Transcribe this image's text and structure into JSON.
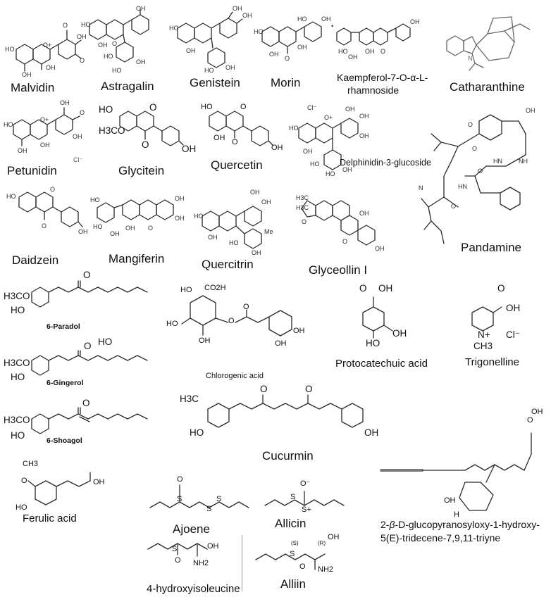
{
  "compounds": {
    "malvidin": "Malvidin",
    "astragalin": "Astragalin",
    "genistein": "Genistein",
    "morin": "Morin",
    "kaempferol": "Kaempferol-7-O-α-L-\nrhamnoside",
    "catharanthine": "Catharanthine",
    "petunidin": "Petunidin",
    "glycitein": "Glycitein",
    "quercetin": "Quercetin",
    "delphinidin": "Delphinidin-3-glucoside",
    "daidzein": "Daidzein",
    "mangiferin": "Mangiferin",
    "quercitrin": "Quercitrin",
    "glyceollin": "Glyceollin I",
    "pandamine": "Pandamine",
    "paradol": "6-Paradol",
    "gingerol": "6-Gingerol",
    "shoagol": "6-Shoagol",
    "chlorogenic": "Chlorogenic acid",
    "protocatechuic": "Protocatechuic acid",
    "trigonelline": "Trigonelline",
    "cucurmin": "Cucurmin",
    "ferulic": "Ferulic acid",
    "ajoene": "Ajoene",
    "allicin": "Allicin",
    "tridecene": "2-β-D-glucopyranosyloxy-1-hydroxy-\n5(E)-tridecene-7,9,11-triyne",
    "hydroxyisoleucine": "4-hydroxyisoleucine",
    "alliin": "Alliin"
  },
  "atom_labels": {
    "oh": "OH",
    "ho": "HO",
    "h3co": "H3CO",
    "h3c_o": "H3C",
    "o": "O",
    "cl": "Cl⁻",
    "co2h": "CO2H",
    "nh2": "NH2",
    "ch3": "CH3",
    "me": "Me",
    "n_plus": "N+",
    "s": "S",
    "s_plus": "S+",
    "o_minus": "O⁻",
    "s_config": "(S)",
    "r_config": "(R)",
    "h": "H"
  }
}
